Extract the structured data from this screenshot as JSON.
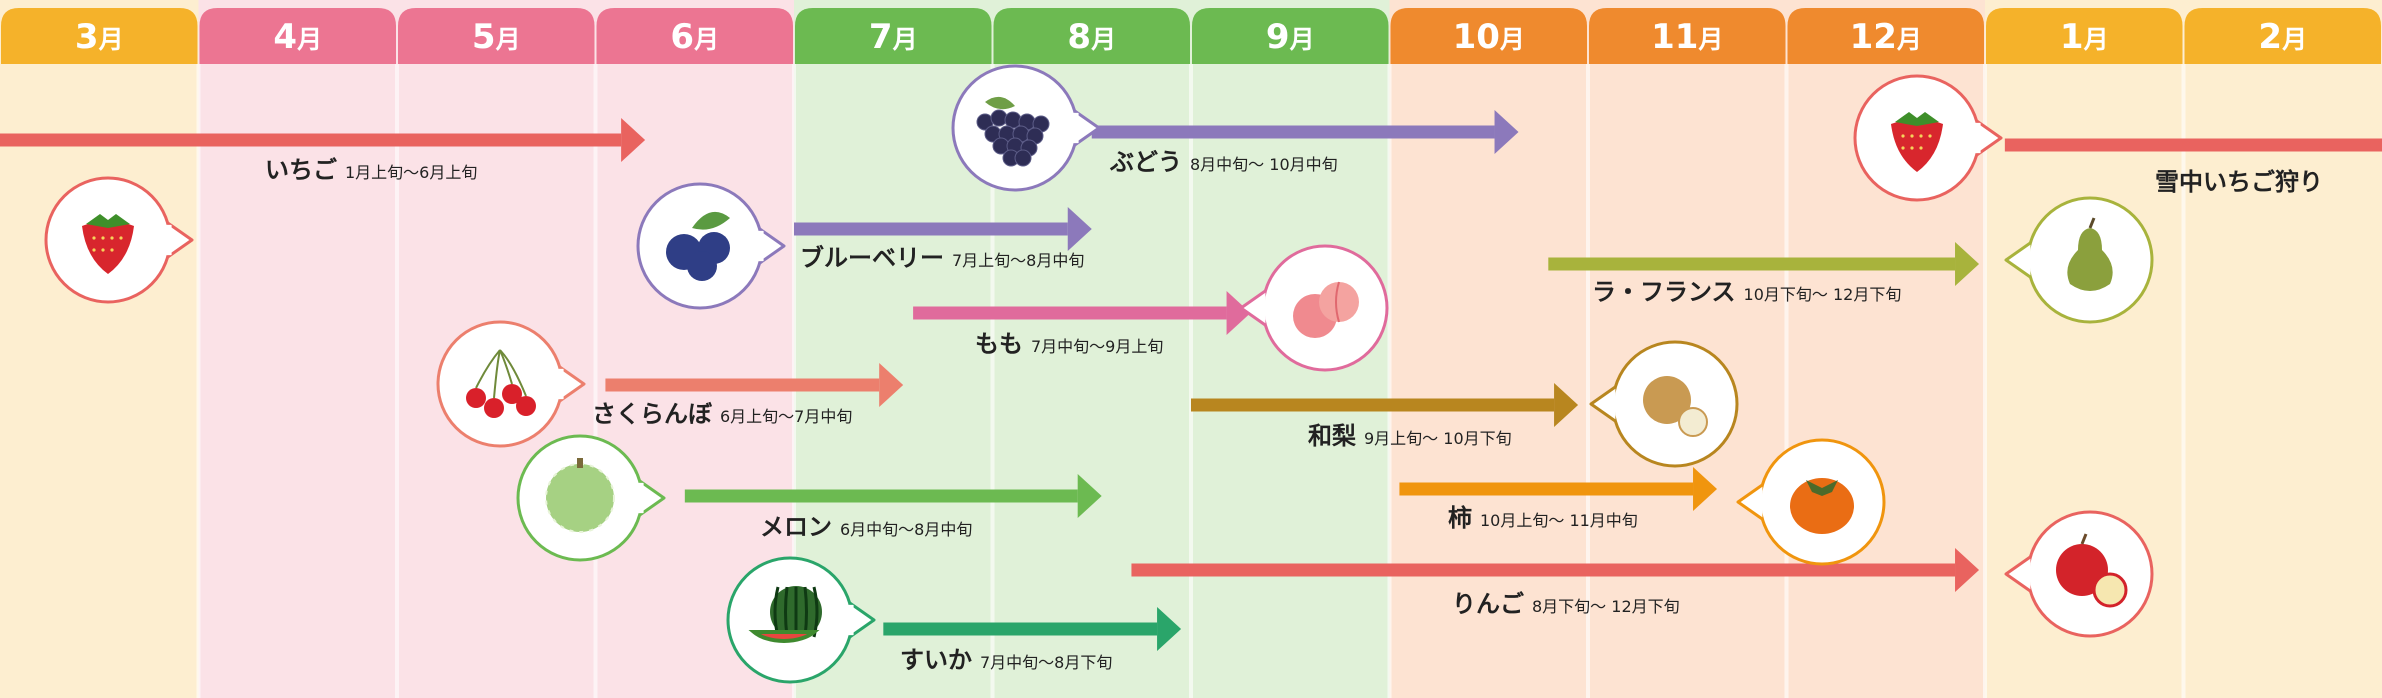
{
  "chart_data": {
    "type": "gantt",
    "months": [
      "3",
      "4",
      "5",
      "6",
      "7",
      "8",
      "9",
      "10",
      "11",
      "12",
      "1",
      "2"
    ],
    "month_unit": "月",
    "seasons": [
      {
        "start_month": "3",
        "end_month": "3",
        "header_color": "#f5b22a",
        "background": "#fdeed0"
      },
      {
        "start_month": "4",
        "end_month": "6",
        "header_color": "#ec7592",
        "background": "#fbe2e7"
      },
      {
        "start_month": "7",
        "end_month": "9",
        "header_color": "#6cba51",
        "background": "#e0f1d8"
      },
      {
        "start_month": "10",
        "end_month": "12",
        "header_color": "#ef8a2e",
        "background": "#fde3d2"
      },
      {
        "start_month": "1",
        "end_month": "2",
        "header_color": "#f5b22a",
        "background": "#fdeed0"
      }
    ],
    "fruits": [
      {
        "name": "いちご",
        "period": "1月上旬～6月上旬",
        "start": 0.0,
        "end": 3.25,
        "continues_from_earlier": true,
        "color": "#e9635f",
        "icon": "strawberry-icon"
      },
      {
        "name": "ぶどう",
        "period": "8月中旬～ 10月中旬",
        "start": 5.5,
        "end": 7.65,
        "color": "#8c79bb",
        "icon": "grape-icon"
      },
      {
        "name": "ブルーベリー",
        "period": "7月上旬～8月中旬",
        "start": 4.0,
        "end": 5.5,
        "color": "#8c79bb",
        "icon": "blueberry-icon"
      },
      {
        "name": "もも",
        "period": "7月中旬～9月上旬",
        "start": 4.6,
        "end": 6.3,
        "color": "#e06b9c",
        "icon": "peach-icon"
      },
      {
        "name": "さくらんぼ",
        "period": "6月上旬～7月中旬",
        "start": 3.05,
        "end": 4.55,
        "color": "#ec7f6d",
        "icon": "cherry-icon"
      },
      {
        "name": "和梨",
        "period": "9月上旬～ 10月下旬",
        "start": 6.0,
        "end": 7.95,
        "color": "#b8861f",
        "icon": "japanese-pear-icon"
      },
      {
        "name": "ラ・フランス",
        "period": "10月下旬～ 12月下旬",
        "start": 7.8,
        "end": 9.97,
        "color": "#a8b33c",
        "icon": "la-france-pear-icon"
      },
      {
        "name": "メロン",
        "period": "6月中旬～8月中旬",
        "start": 3.45,
        "end": 5.55,
        "color": "#6cba51",
        "icon": "melon-icon"
      },
      {
        "name": "柿",
        "period": "10月上旬～ 11月中旬",
        "start": 7.05,
        "end": 8.65,
        "color": "#f0950e",
        "icon": "persimmon-icon"
      },
      {
        "name": "りんご",
        "period": "8月下旬～ 12月下旬",
        "start": 5.7,
        "end": 9.97,
        "color": "#e9635f",
        "icon": "apple-icon"
      },
      {
        "name": "すいか",
        "period": "7月中旬～8月下旬",
        "start": 4.45,
        "end": 5.95,
        "color": "#2aa56a",
        "icon": "watermelon-icon"
      }
    ],
    "special": {
      "name": "雪中いちご狩り",
      "start": 10.1,
      "end": 12.0,
      "color": "#e9635f",
      "icon": "strawberry-icon"
    }
  }
}
